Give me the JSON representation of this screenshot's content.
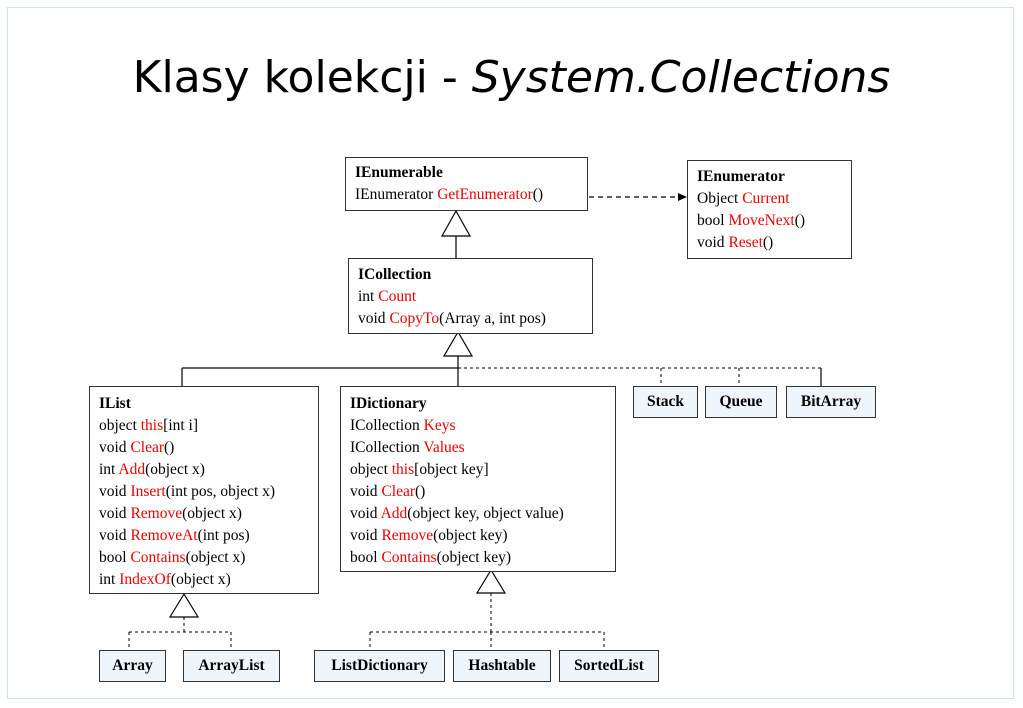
{
  "title": {
    "main": "Klasy  kolekcji - ",
    "italic": "System.Collections"
  },
  "ienumerable": {
    "header": "IEnumerable",
    "m1_type": "IEnumerator ",
    "m1_name": "GetEnumerator",
    "m1_args": "()"
  },
  "ienumerator": {
    "header": "IEnumerator",
    "m1_type": "Object ",
    "m1_name": "Current",
    "m1_args": "",
    "m2_type": "bool ",
    "m2_name": "MoveNext",
    "m2_args": "()",
    "m3_type": "void ",
    "m3_name": "Reset",
    "m3_args": "()"
  },
  "icollection": {
    "header": "ICollection",
    "m1_type": "int ",
    "m1_name": "Count",
    "m1_args": "",
    "m2_type": "void ",
    "m2_name": "CopyTo",
    "m2_args": "(Array a, int pos)"
  },
  "ilist": {
    "header": "IList",
    "members": [
      {
        "type": "object ",
        "name": "this",
        "args": "[int i]"
      },
      {
        "type": "void ",
        "name": "Clear",
        "args": "()"
      },
      {
        "type": "int ",
        "name": "Add",
        "args": "(object x)"
      },
      {
        "type": "void ",
        "name": "Insert",
        "args": "(int pos, object x)"
      },
      {
        "type": "void ",
        "name": "Remove",
        "args": "(object x)"
      },
      {
        "type": "void ",
        "name": "RemoveAt",
        "args": "(int pos)"
      },
      {
        "type": "bool ",
        "name": "Contains",
        "args": "(object x)"
      },
      {
        "type": "int ",
        "name": "IndexOf",
        "args": "(object x)"
      }
    ]
  },
  "idictionary": {
    "header": "IDictionary",
    "members": [
      {
        "type": "ICollection ",
        "name": "Keys",
        "args": ""
      },
      {
        "type": "ICollection ",
        "name": "Values",
        "args": ""
      },
      {
        "type": "object ",
        "name": "this",
        "args": "[object key]"
      },
      {
        "type": "void ",
        "name": "Clear",
        "args": "()"
      },
      {
        "type": "void ",
        "name": "Add",
        "args": "(object key, object value)"
      },
      {
        "type": "void ",
        "name": "Remove",
        "args": "(object key)"
      },
      {
        "type": "bool ",
        "name": "Contains",
        "args": "(object key)"
      }
    ]
  },
  "classes": {
    "stack": "Stack",
    "queue": "Queue",
    "bitarray": "BitArray",
    "array": "Array",
    "arraylist": "ArrayList",
    "listdictionary": "ListDictionary",
    "hashtable": "Hashtable",
    "sortedlist": "SortedList"
  },
  "colors": {
    "accent": "#ee0000",
    "leaf_fill": "#eef5fb",
    "frame": "#cfe0f0"
  }
}
